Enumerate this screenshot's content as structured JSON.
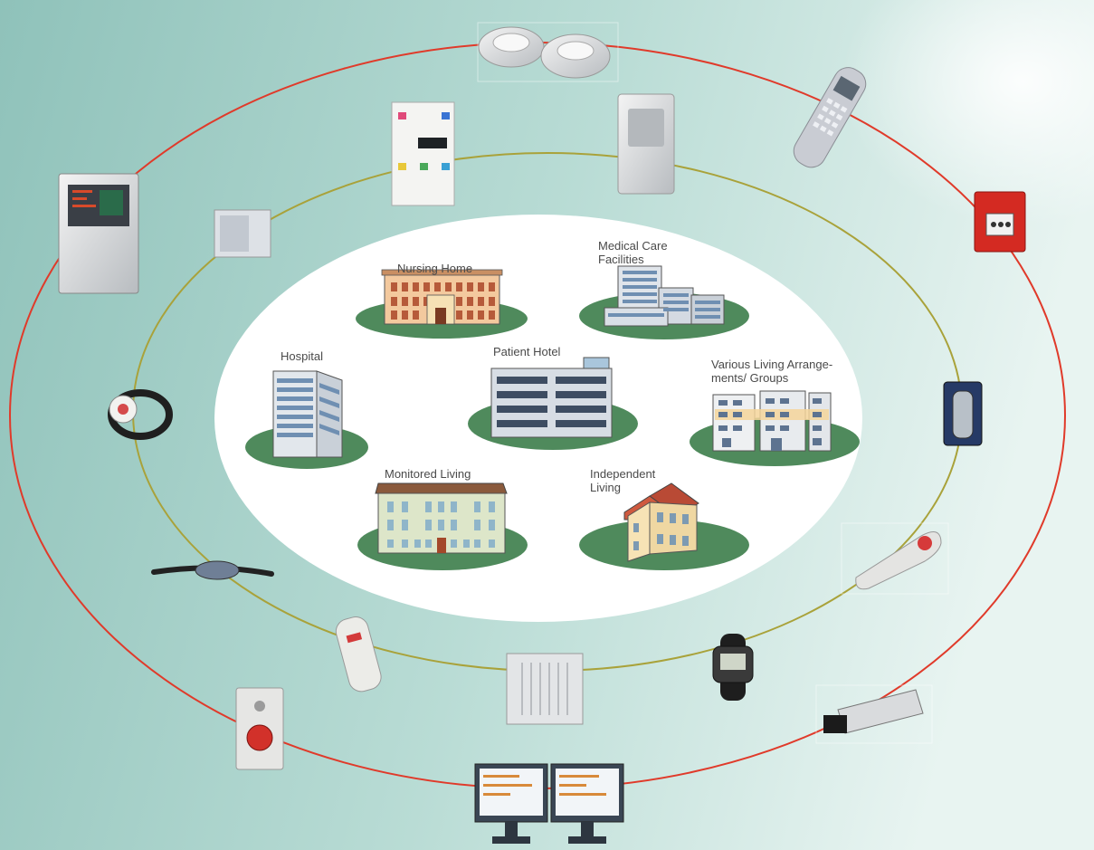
{
  "diagram": {
    "facilities": [
      {
        "id": "nursing-home",
        "label_lines": [
          "Nursing Home"
        ]
      },
      {
        "id": "medical-care",
        "label_lines": [
          "Medical Care",
          "Facilities"
        ]
      },
      {
        "id": "hospital",
        "label_lines": [
          "Hospital"
        ]
      },
      {
        "id": "patient-hotel",
        "label_lines": [
          "Patient Hotel"
        ]
      },
      {
        "id": "various-living",
        "label_lines": [
          "Various Living Arrange-",
          "ments/ Groups"
        ]
      },
      {
        "id": "monitored-living",
        "label_lines": [
          "Monitored Living"
        ]
      },
      {
        "id": "independent-living",
        "label_lines": [
          "Independent",
          "Living"
        ]
      }
    ],
    "devices": [
      "smoke-detectors",
      "cordless-phone",
      "manual-call-point",
      "handheld-transmitter",
      "pendant-remote",
      "camera",
      "dual-monitors",
      "pull-cord-switch",
      "pager-device",
      "wristband-sensor",
      "wrist-transmitter",
      "fire-control-panel",
      "wall-module",
      "ceiling-sensor",
      "wall-panel-unit",
      "wristwatch-transmitter",
      "distribution-box"
    ],
    "colors": {
      "outer_ring": "#e03a2a",
      "inner_ring": "#a9a23a",
      "ground": "#4f8a5c",
      "background_start": "#9cc9c1",
      "background_end": "#dbeeea"
    }
  }
}
